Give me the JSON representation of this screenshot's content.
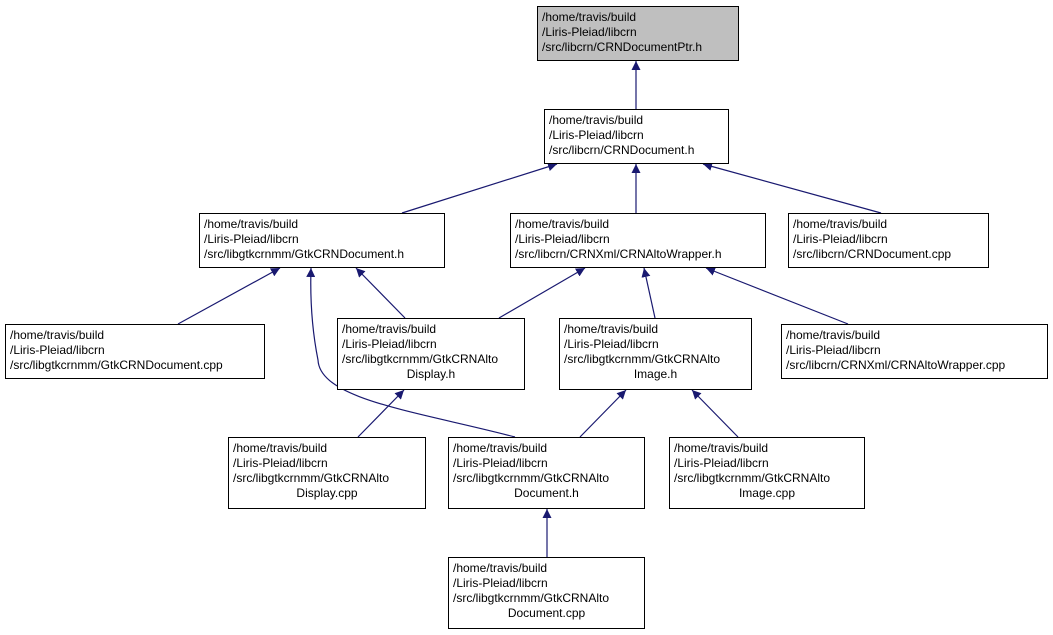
{
  "diagram": {
    "colors": {
      "edge": "#191970",
      "root_fill": "#bfbfbf",
      "node_fill": "#ffffff",
      "border": "#000000"
    },
    "nodes": [
      {
        "id": "n0",
        "lines": [
          "/home/travis/build",
          "/Liris-Pleiad/libcrn",
          "/src/libcrn/CRNDocumentPtr.h"
        ],
        "root": true
      },
      {
        "id": "n1",
        "lines": [
          "/home/travis/build",
          "/Liris-Pleiad/libcrn",
          "/src/libcrn/CRNDocument.h"
        ]
      },
      {
        "id": "n2",
        "lines": [
          "/home/travis/build",
          "/Liris-Pleiad/libcrn",
          "/src/libgtkcrnmm/GtkCRNDocument.h"
        ]
      },
      {
        "id": "n3",
        "lines": [
          "/home/travis/build",
          "/Liris-Pleiad/libcrn",
          "/src/libcrn/CRNXml/CRNAltoWrapper.h"
        ]
      },
      {
        "id": "n4",
        "lines": [
          "/home/travis/build",
          "/Liris-Pleiad/libcrn",
          "/src/libcrn/CRNDocument.cpp"
        ]
      },
      {
        "id": "n5",
        "lines": [
          "/home/travis/build",
          "/Liris-Pleiad/libcrn",
          "/src/libgtkcrnmm/GtkCRNDocument.cpp"
        ]
      },
      {
        "id": "n6",
        "lines": [
          "/home/travis/build",
          "/Liris-Pleiad/libcrn",
          "/src/libgtkcrnmm/GtkCRNAlto",
          "Display.h"
        ]
      },
      {
        "id": "n7",
        "lines": [
          "/home/travis/build",
          "/Liris-Pleiad/libcrn",
          "/src/libgtkcrnmm/GtkCRNAlto",
          "Image.h"
        ]
      },
      {
        "id": "n8",
        "lines": [
          "/home/travis/build",
          "/Liris-Pleiad/libcrn",
          "/src/libcrn/CRNXml/CRNAltoWrapper.cpp"
        ]
      },
      {
        "id": "n9",
        "lines": [
          "/home/travis/build",
          "/Liris-Pleiad/libcrn",
          "/src/libgtkcrnmm/GtkCRNAlto",
          "Display.cpp"
        ]
      },
      {
        "id": "n10",
        "lines": [
          "/home/travis/build",
          "/Liris-Pleiad/libcrn",
          "/src/libgtkcrnmm/GtkCRNAlto",
          "Document.h"
        ]
      },
      {
        "id": "n11",
        "lines": [
          "/home/travis/build",
          "/Liris-Pleiad/libcrn",
          "/src/libgtkcrnmm/GtkCRNAlto",
          "Image.cpp"
        ]
      },
      {
        "id": "n12",
        "lines": [
          "/home/travis/build",
          "/Liris-Pleiad/libcrn",
          "/src/libgtkcrnmm/GtkCRNAlto",
          "Document.cpp"
        ]
      }
    ],
    "edges": [
      {
        "from": "n1",
        "to": "n0"
      },
      {
        "from": "n2",
        "to": "n1"
      },
      {
        "from": "n3",
        "to": "n1"
      },
      {
        "from": "n4",
        "to": "n1"
      },
      {
        "from": "n5",
        "to": "n2"
      },
      {
        "from": "n6",
        "to": "n2"
      },
      {
        "from": "n10",
        "to": "n2"
      },
      {
        "from": "n6",
        "to": "n3"
      },
      {
        "from": "n7",
        "to": "n3"
      },
      {
        "from": "n8",
        "to": "n3"
      },
      {
        "from": "n9",
        "to": "n6"
      },
      {
        "from": "n10",
        "to": "n7"
      },
      {
        "from": "n11",
        "to": "n7"
      },
      {
        "from": "n12",
        "to": "n10"
      }
    ]
  }
}
